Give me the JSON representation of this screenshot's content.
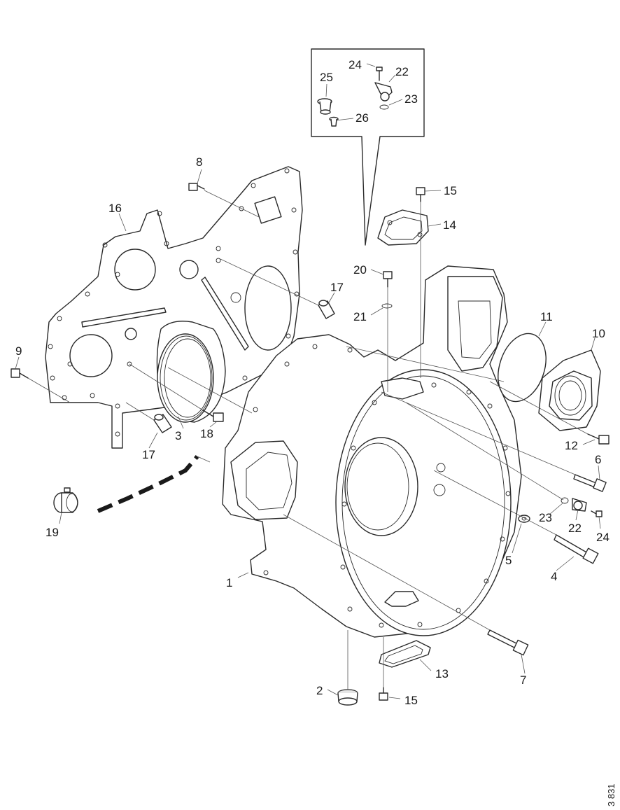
{
  "diagram": {
    "reference_number": "3 831",
    "callouts": {
      "c1": "1",
      "c2": "2",
      "c3": "3",
      "c4": "4",
      "c5": "5",
      "c6": "6",
      "c7": "7",
      "c8": "8",
      "c9": "9",
      "c10": "10",
      "c11": "11",
      "c12": "12",
      "c13": "13",
      "c14": "14",
      "c15a": "15",
      "c15b": "15",
      "c16": "16",
      "c17a": "17",
      "c17b": "17",
      "c18": "18",
      "c19": "19",
      "c20": "20",
      "c21": "21",
      "c22a": "22",
      "c22b": "22",
      "c23a": "23",
      "c23b": "23",
      "c24a": "24",
      "c24b": "24",
      "c25": "25",
      "c26": "26"
    }
  }
}
